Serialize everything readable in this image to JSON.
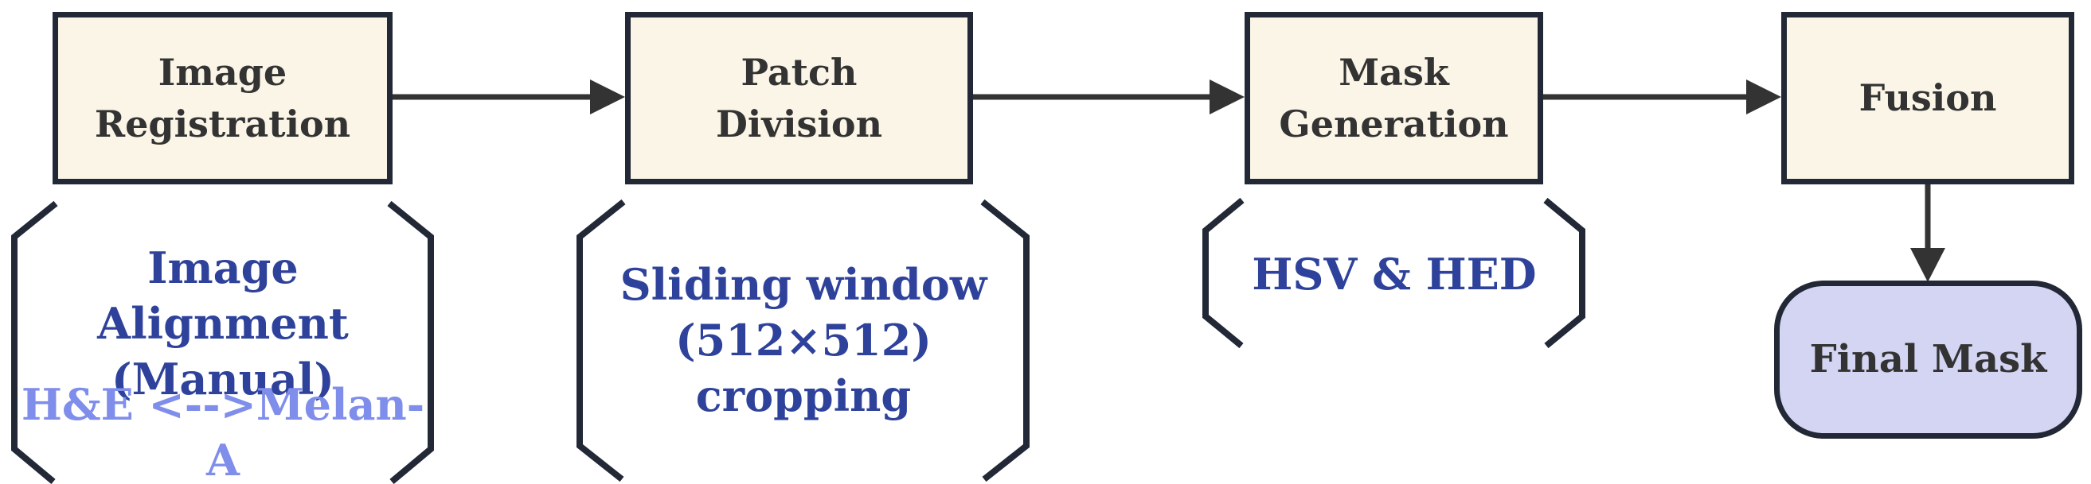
{
  "pipeline": {
    "steps": [
      {
        "label": "Image\nRegistration",
        "annotation_primary": "Image Alignment\n(Manual)",
        "annotation_secondary": "H&E <-->Melan-A"
      },
      {
        "label": "Patch\nDivision",
        "annotation_primary": "Sliding window\n(512×512)\ncropping"
      },
      {
        "label": "Mask\nGeneration",
        "annotation_primary": "HSV & HED"
      },
      {
        "label": "Fusion"
      }
    ],
    "output_node": {
      "label": "Final Mask"
    },
    "colors": {
      "node_fill": "#FAF5E6",
      "node_border": "#222836",
      "node_text": "#333333",
      "arrow": "#333333",
      "bracket": "#222836",
      "annotation_primary": "#2E429B",
      "annotation_secondary": "#7F8DEB",
      "output_node_fill": "#D4D5F2"
    }
  }
}
